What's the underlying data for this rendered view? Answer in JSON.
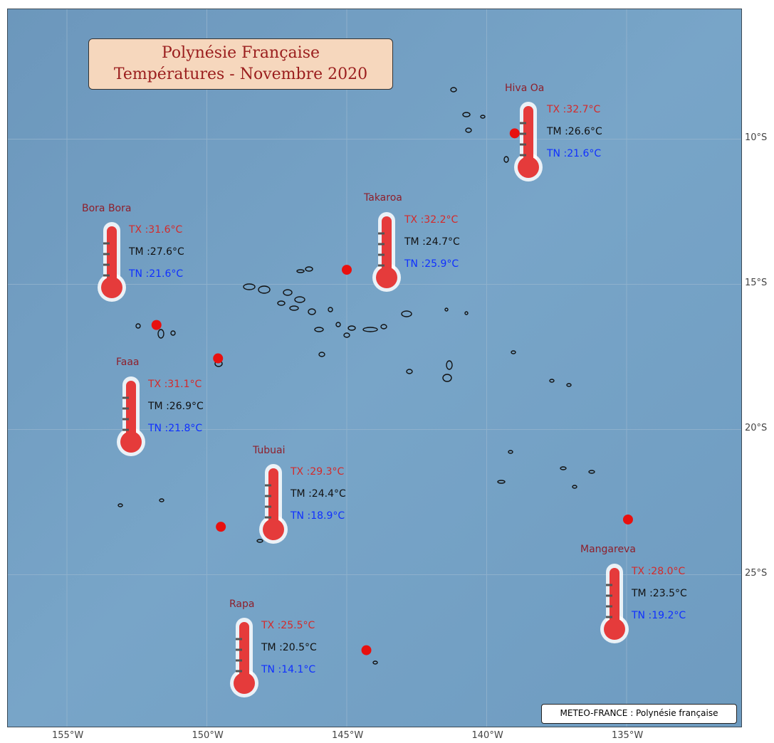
{
  "title": {
    "line1": "Polynésie Française",
    "line2": "Températures - Novembre 2020"
  },
  "credit": "METEO-FRANCE : Polynésie française",
  "axes": {
    "longitude_labels": [
      "155°W",
      "150°W",
      "145°W",
      "140°W",
      "135°W"
    ],
    "latitude_labels": [
      "10°S",
      "15°S",
      "20°S",
      "25°S"
    ]
  },
  "colors": {
    "ocean": "#6f9bbf",
    "thermometer_red": "#e53b3b",
    "marker_red": "#e8100f",
    "tx_text": "#d42a2a",
    "tn_text": "#1030ff"
  },
  "stations": [
    {
      "name": "Hiva Oa",
      "tx": "TX :32.7°C",
      "tm": "TM :26.6°C",
      "tn": "TN :21.6°C",
      "lon": -139.0,
      "lat": -9.8
    },
    {
      "name": "Takaroa",
      "tx": "TX :32.2°C",
      "tm": "TM :24.7°C",
      "tn": "TN :25.9°C",
      "lon": -145.0,
      "lat": -14.5
    },
    {
      "name": "Bora Bora",
      "tx": "TX :31.6°C",
      "tm": "TM :27.6°C",
      "tn": "TN :21.6°C",
      "lon": -151.8,
      "lat": -16.4
    },
    {
      "name": "Faaa",
      "tx": "TX :31.1°C",
      "tm": "TM :26.9°C",
      "tn": "TN :21.8°C",
      "lon": -149.6,
      "lat": -17.55
    },
    {
      "name": "Tubuai",
      "tx": "TX :29.3°C",
      "tm": "TM :24.4°C",
      "tn": "TN :18.9°C",
      "lon": -149.5,
      "lat": -23.35
    },
    {
      "name": "Mangareva",
      "tx": "TX :28.0°C",
      "tm": "TM :23.5°C",
      "tn": "TN :19.2°C",
      "lon": -134.95,
      "lat": -23.1
    },
    {
      "name": "Rapa",
      "tx": "TX :25.5°C",
      "tm": "TM :20.5°C",
      "tn": "TN :14.1°C",
      "lon": -144.3,
      "lat": -27.6
    }
  ]
}
